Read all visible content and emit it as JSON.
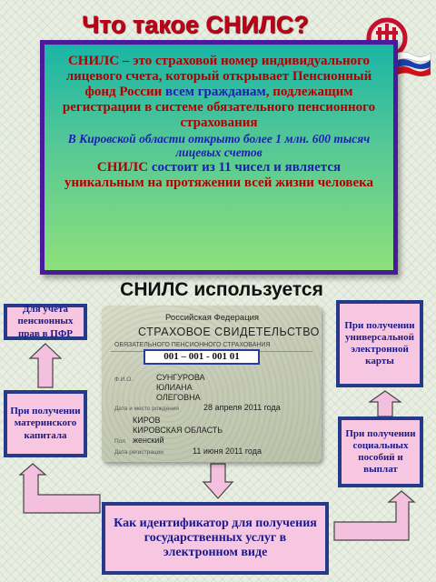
{
  "title": "Что такое СНИЛС?",
  "info": {
    "line1_pre": "СНИЛС – это страховой номер индивидуального лицевого счета, который открывает Пенсионный фонд России ",
    "line1_hl": "всем гражданам",
    "line1_post": ", подлежащим регистрации в системе обязательного пенсионного страхования",
    "line2": "В Кировской области открыто более 1 млн. 600 тысяч лицевых счетов",
    "line3_hl": "СНИЛС",
    "line3_mid": " состоит из 11 чисел и является ",
    "line3_post": "уникальным на протяжении всей жизни человека"
  },
  "uses": {
    "title": "СНИЛС используется",
    "colon": ":",
    "pfr": "Для учета пенсионных прав в ПФР",
    "maternity": "При получении материнского капитала",
    "card": "При получении универсальной электронной карты",
    "social": "При получении социальных пособий и выплат",
    "identifier": "Как идентификатор для получения государственных услуг в электронном виде"
  },
  "card": {
    "header": "Российская Федерация",
    "title": "СТРАХОВОЕ СВИДЕТЕЛЬСТВО",
    "subtitle": "ОБЯЗАТЕЛЬНОГО ПЕНСИОННОГО СТРАХОВАНИЯ",
    "number": "001 – 001 - 001  01",
    "fio_label": "Ф.И.О.",
    "surname": "СУНГУРОВА",
    "name": "ЮЛИАНА",
    "patronymic": "ОЛЕГОВНА",
    "birth_label": "Дата и место рождения",
    "birth_date": "28 апреля 2011 года",
    "birth_city": "КИРОВ",
    "birth_region": "КИРОВСКАЯ ОБЛАСТЬ",
    "sex_label": "Пол",
    "sex": "женский",
    "reg_label": "Дата регистрации",
    "reg_date": "11 июня 2011 года"
  },
  "colors": {
    "title": "#c0001a",
    "box_fill": "#f7c6e0",
    "box_border": "#263a8a",
    "info_border": "#4a1a9c",
    "arrow_fill": "#f3c1dd"
  },
  "icons": {
    "logo": "pfr-logo-icon",
    "flag": "russian-flag-icon"
  }
}
